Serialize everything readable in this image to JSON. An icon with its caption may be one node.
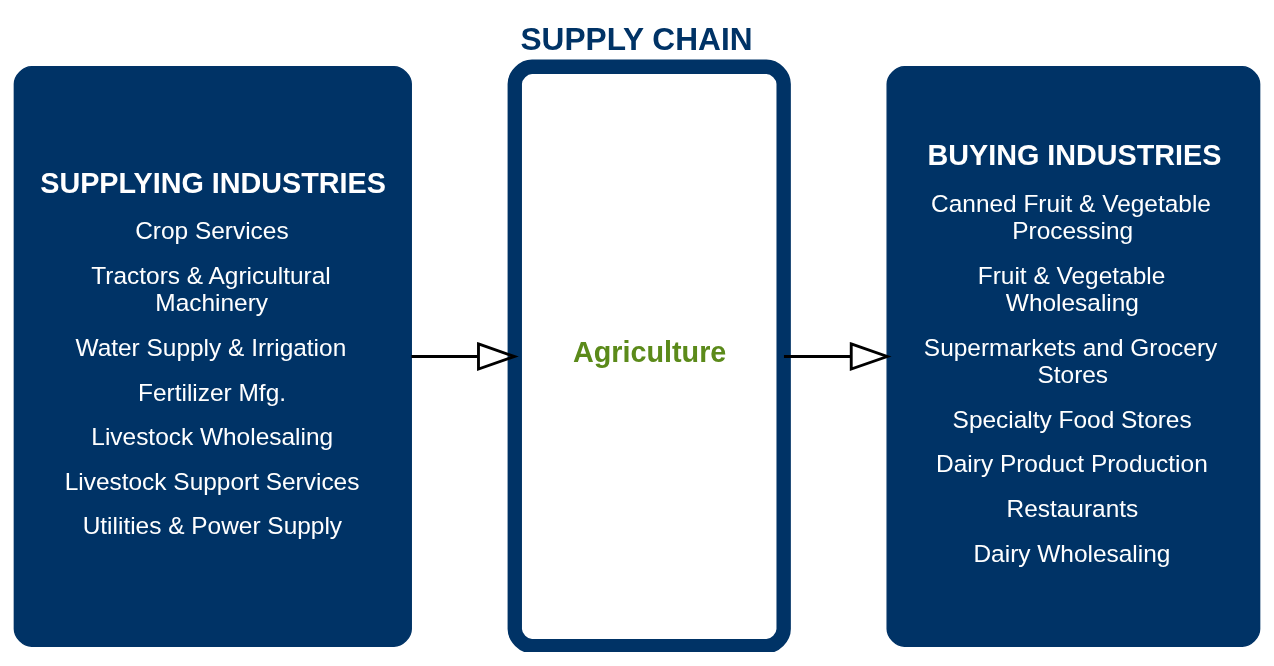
{
  "diagram": {
    "title": "SUPPLY CHAIN",
    "nodes": [
      {
        "text": [
          "SUPPLYING INDUSTRIES",
          "Crop Services",
          "Tractors & Agricultural Machinery",
          "Water Supply & Irrigation",
          "Fertilizer Mfg.",
          "Livestock Wholesaling",
          "Livestock Support Services",
          "Utilities & Power Supply"
        ]
      },
      {
        "text": [
          "Agriculture"
        ]
      },
      {
        "text": [
          "BUYING INDUSTRIES",
          "Canned Fruit & Vegetable Processing",
          "Fruit & Vegetable Wholesaling",
          "Supermarkets and Grocery Stores",
          "Specialty Food Stores",
          "Dairy Product Production",
          "Restaurants",
          "Dairy Wholesaling"
        ]
      }
    ],
    "edges": [
      {
        "from": 0,
        "to": 1,
        "arrow": "to"
      },
      {
        "from": 1,
        "to": 2,
        "arrow": "to"
      }
    ]
  }
}
